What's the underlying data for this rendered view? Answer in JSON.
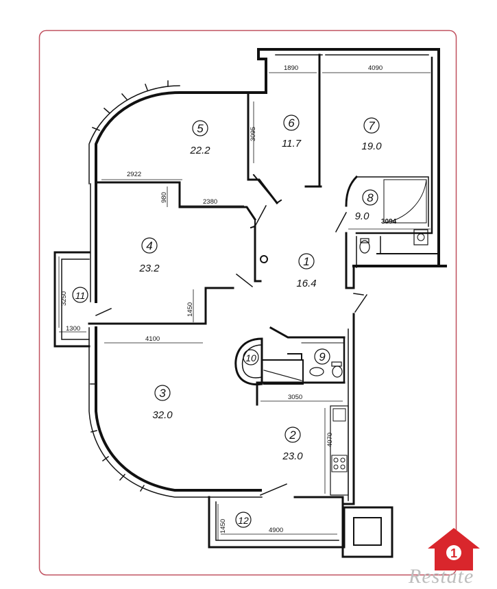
{
  "rooms": [
    {
      "num": "1",
      "area": "16.4"
    },
    {
      "num": "2",
      "area": "23.0"
    },
    {
      "num": "3",
      "area": "32.0"
    },
    {
      "num": "4",
      "area": "23.2"
    },
    {
      "num": "5",
      "area": "22.2"
    },
    {
      "num": "6",
      "area": "11.7"
    },
    {
      "num": "7",
      "area": "19.0"
    },
    {
      "num": "8",
      "area": "9.0"
    },
    {
      "num": "9",
      "area": ""
    },
    {
      "num": "10",
      "area": ""
    },
    {
      "num": "11",
      "area": ""
    },
    {
      "num": "12",
      "area": ""
    }
  ],
  "dimensions": {
    "d1890": "1890",
    "d4090": "4090",
    "d3095": "3095",
    "d2922": "2922",
    "d980": "980",
    "d2380": "2380",
    "d3094": "3094",
    "d3250": "3250",
    "d1300": "1300",
    "d1450a": "1450",
    "d4100": "4100",
    "d3050": "3050",
    "d4070": "4070",
    "d1450b": "1450",
    "d4900": "4900"
  },
  "brand": {
    "name": "Restate",
    "logo_digit": "1",
    "accent": "#d9262c",
    "frame": "#c0505f"
  }
}
